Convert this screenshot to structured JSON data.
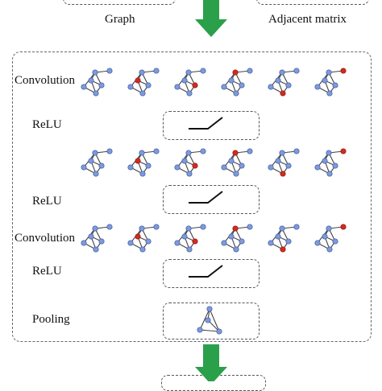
{
  "top": {
    "graph_label": "Graph",
    "matrix_label": "Adjacent matrix"
  },
  "rows": {
    "conv1_label": "Convolution",
    "relu1_label": "ReLU",
    "relu2_label": "ReLU",
    "conv2_label": "Convolution",
    "relu3_label": "ReLU",
    "pool_label": "Pooling"
  },
  "colors": {
    "node": "#7f9ad6",
    "node_stroke": "#3b5aa8",
    "highlight": "#d42a1f",
    "arrow": "#2aa04a",
    "edge": "#444444"
  },
  "highlights": {
    "row1": [
      -1,
      2,
      3,
      1,
      4,
      5
    ],
    "row2": [
      -1,
      2,
      3,
      1,
      4,
      5
    ],
    "row3": [
      -1,
      2,
      3,
      1,
      4,
      5
    ]
  }
}
